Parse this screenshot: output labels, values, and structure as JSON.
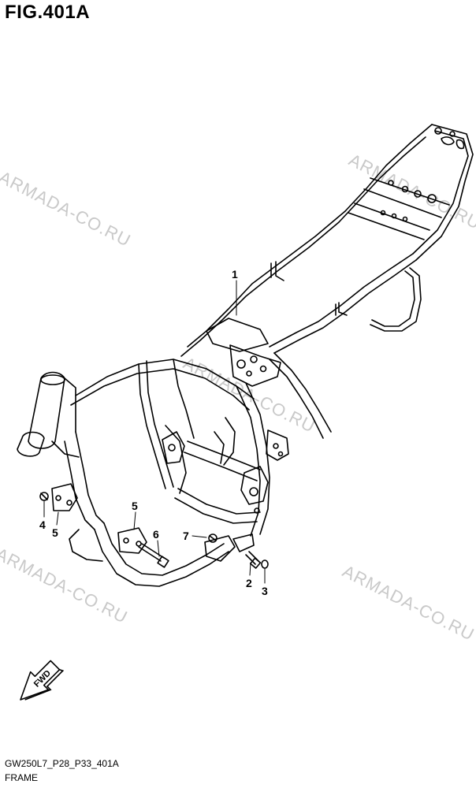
{
  "figure": {
    "title": "FIG.401A"
  },
  "watermark": {
    "text": "ARMADA-CO.RU"
  },
  "callouts": {
    "c1": "1",
    "c2": "2",
    "c3": "3",
    "c4": "4",
    "c5a": "5",
    "c5b": "5",
    "c6": "6",
    "c7": "7"
  },
  "direction_arrow": {
    "label": "FWD"
  },
  "footer": {
    "code": "GW250L7_P28_P33_401A",
    "name": "FRAME"
  }
}
